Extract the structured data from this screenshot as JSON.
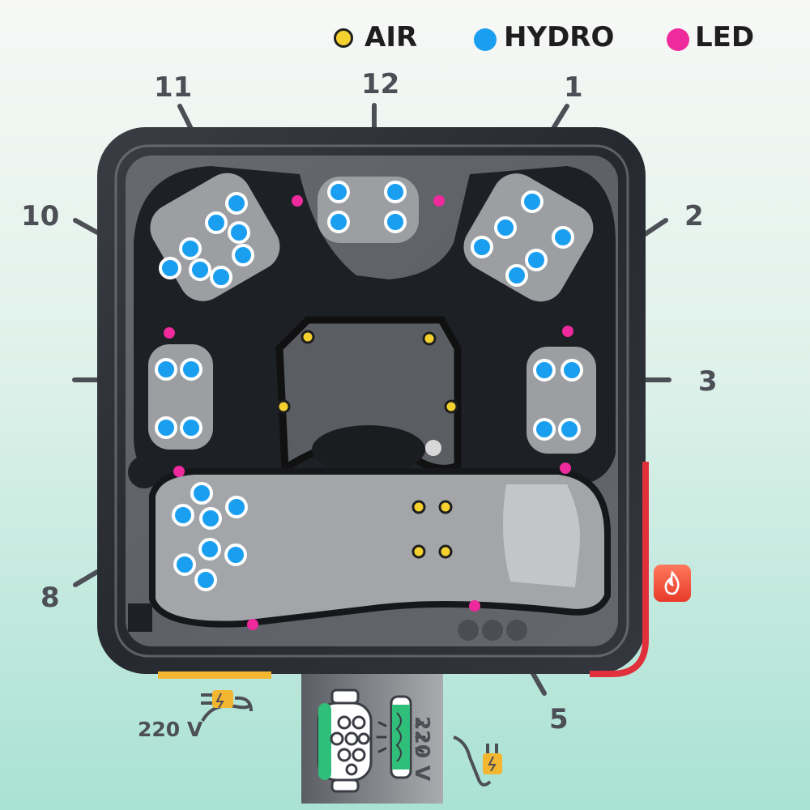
{
  "legend": {
    "air_label": "AIR",
    "hydro_label": "HYDRO",
    "led_label": "LED",
    "air_color": "#f5d130",
    "hydro_color": "#1a9ff0",
    "led_color": "#ee2a9c"
  },
  "positions": [
    "11",
    "12",
    "1",
    "10",
    "2",
    "3",
    "8",
    "5"
  ],
  "power": {
    "left_voltage": "220 V",
    "right_voltage": "220 V",
    "left_connector_color": "#f3b630",
    "heater_strip_color": "#e0303c"
  },
  "icons": [
    "power-plug-icon",
    "flame-icon",
    "filter-cartridge-icon",
    "uv-lamp-icon"
  ]
}
